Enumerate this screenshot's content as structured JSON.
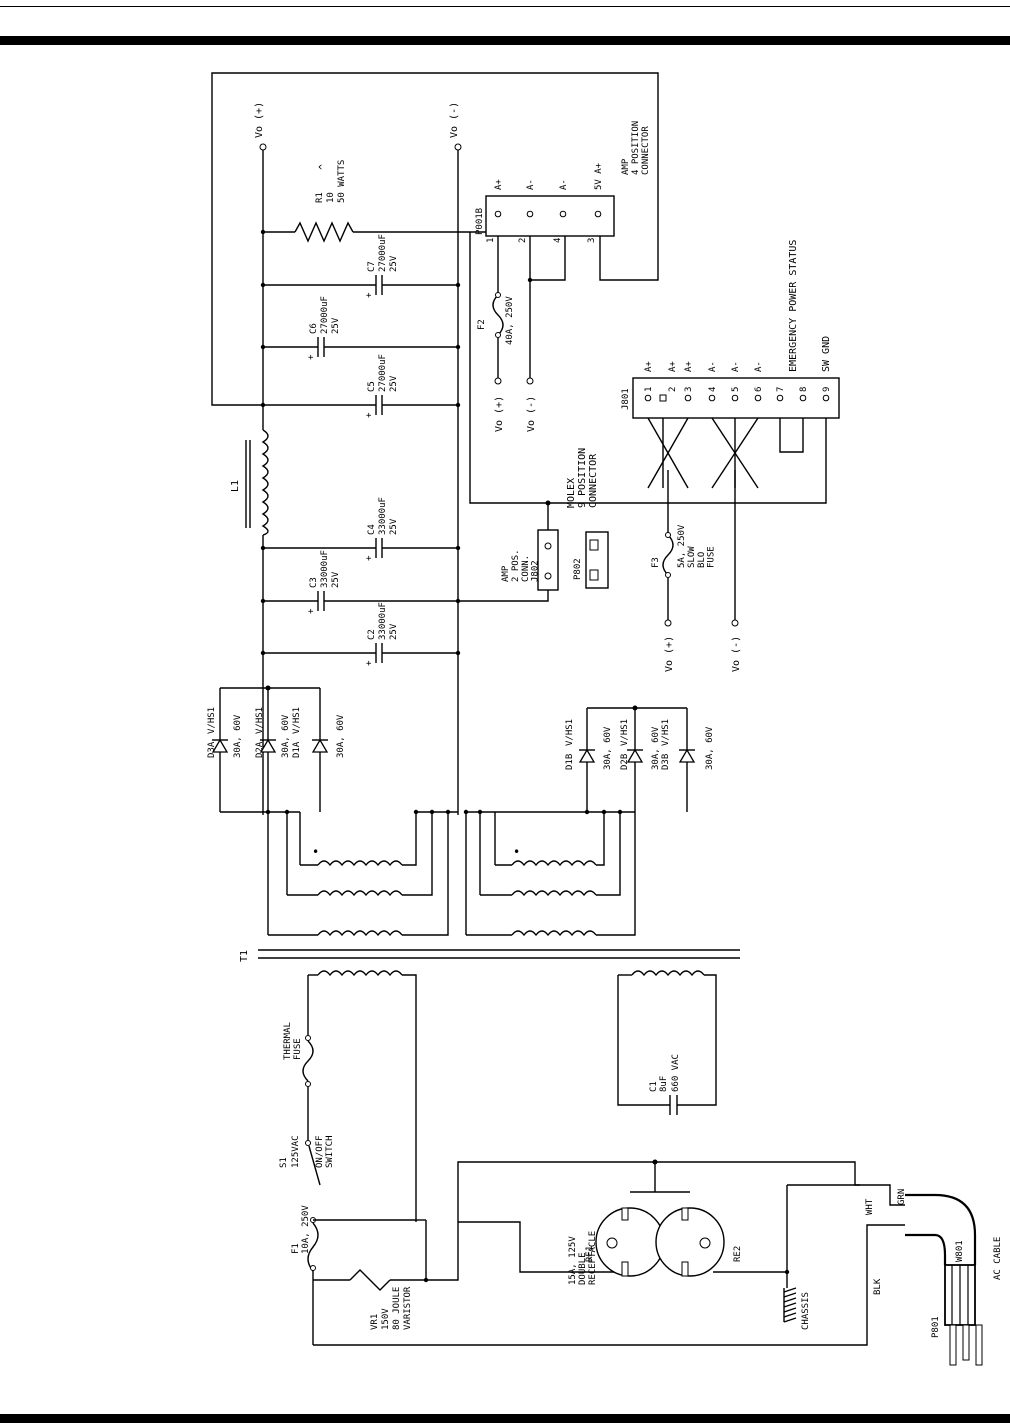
{
  "schematic": {
    "outputs": {
      "vo_pos": "Vo (+)",
      "vo_neg": "Vo (-)"
    },
    "resistor": {
      "ref": "R1",
      "val1": "10",
      "val2": "50 WATTS",
      "ohm": "^"
    },
    "inductor": {
      "ref": "L1"
    },
    "capacitors": [
      {
        "ref": "C7",
        "val": "27000uF",
        "volt": "25V"
      },
      {
        "ref": "C6",
        "val": "27000uF",
        "volt": "25V"
      },
      {
        "ref": "C5",
        "val": "27000uF",
        "volt": "25V"
      },
      {
        "ref": "C4",
        "val": "33000uF",
        "volt": "25V"
      },
      {
        "ref": "C3",
        "val": "33000uF",
        "volt": "25V"
      },
      {
        "ref": "C2",
        "val": "33000uF",
        "volt": "25V"
      }
    ],
    "plus_sign": "+",
    "diodes_a": [
      {
        "ref": "D3A",
        "mount": "V/HS1",
        "rating": "30A, 60V"
      },
      {
        "ref": "D2A",
        "mount": "V/HS1",
        "rating": "30A, 60V"
      },
      {
        "ref": "D1A",
        "mount": "V/HS1",
        "rating": "30A, 60V"
      }
    ],
    "diodes_b": [
      {
        "ref": "D1B",
        "mount": "V/HS1",
        "rating": "30A, 60V"
      },
      {
        "ref": "D2B",
        "mount": "V/HS1",
        "rating": "30A, 60V"
      },
      {
        "ref": "D3B",
        "mount": "V/HS1",
        "rating": "30A, 60V"
      }
    ],
    "transformer": {
      "ref": "T1",
      "dot": "•"
    },
    "p001b": {
      "ref": "P001B",
      "title": "AMP\n4 POSITION\nCONNECTOR",
      "pins_top": [
        "A+",
        "A-",
        "A-",
        "5V A+"
      ],
      "pins_num": [
        "1",
        "2",
        "4",
        "3"
      ]
    },
    "f2": {
      "ref": "F2",
      "rating": "40A, 250V"
    },
    "j801": {
      "ref": "J801",
      "pin_nums": [
        "1",
        "2",
        "3",
        "4",
        "5",
        "6",
        "7",
        "8",
        "9"
      ],
      "pin_names": [
        "A+",
        "A+",
        "A+",
        "A-",
        "A-",
        "A-"
      ],
      "emergency": "EMERGENCY POWER STATUS",
      "sw_gnd": "SW GND"
    },
    "molex": "MOLEX\n9 POSITION\nCONNECTOR",
    "j802": {
      "label": "AMP\n2 POS.\nCONN.\nJ802"
    },
    "p802": {
      "ref": "P802"
    },
    "f3": {
      "ref": "F3",
      "rating": "5A, 250V\nSLOW\nBLO\nFUSE"
    },
    "thermal_fuse": "THERMAL\nFUSE",
    "c1": {
      "ref": "C1",
      "val": "8uF",
      "volt": "660 VAC"
    },
    "s1": {
      "ref": "S1",
      "rating": "125VAC",
      "desc": "ON/OFF\nSWITCH"
    },
    "f1": {
      "ref": "F1",
      "rating": "10A, 250V"
    },
    "vr1": {
      "ref": "VR1",
      "l1": "150V",
      "l2": "80 JOULE",
      "l3": "VARISTOR"
    },
    "receptacle": {
      "desc": "15A, 125V\nDOUBLE\nRECEPTACLE",
      "re1": "RE1",
      "re2": "RE2"
    },
    "chassis": "CHASSIS",
    "wires": {
      "wht": "WHT",
      "grn": "GRN",
      "blk": "BLK"
    },
    "ac_cable": {
      "w801": "W801",
      "label": "AC CABLE",
      "p801": "P801"
    }
  },
  "colors": {
    "ink": "#000000",
    "paper": "#ffffff"
  }
}
